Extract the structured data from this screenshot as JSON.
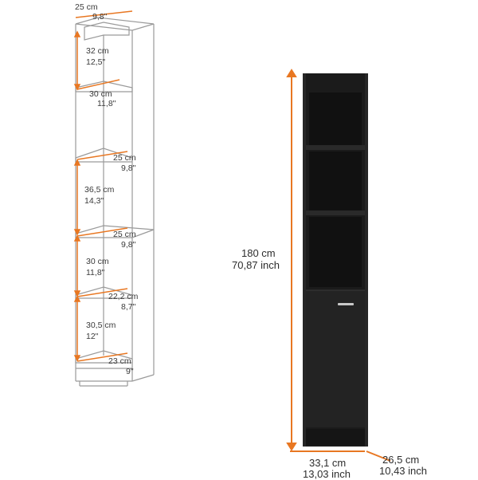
{
  "colors": {
    "accent": "#e87722",
    "cabinet": "#1b1b1b",
    "outline": "#9a9a9a"
  },
  "left_diagram": {
    "top_width": {
      "cm": "25 cm",
      "inch": "9,8\""
    },
    "annotations": [
      {
        "cm": "32 cm",
        "inch": "12,5\""
      },
      {
        "cm": "30 cm",
        "inch": "11,8\""
      },
      {
        "cm": "25 cm",
        "inch": "9,8\""
      },
      {
        "cm": "36,5 cm",
        "inch": "14,3\""
      },
      {
        "cm": "25 cm",
        "inch": "9,8\""
      },
      {
        "cm": "30 cm",
        "inch": "11,8\""
      },
      {
        "cm": "22,2 cm",
        "inch": "8,7\""
      },
      {
        "cm": "30,5 cm",
        "inch": "12\""
      },
      {
        "cm": "23 cm",
        "inch": "9\""
      }
    ]
  },
  "right_product": {
    "height": {
      "cm": "180 cm",
      "inch": "70,87 inch"
    },
    "width": {
      "cm": "33,1 cm",
      "inch": "13,03 inch"
    },
    "depth": {
      "cm": "26,5 cm",
      "inch": "10,43 inch"
    }
  }
}
